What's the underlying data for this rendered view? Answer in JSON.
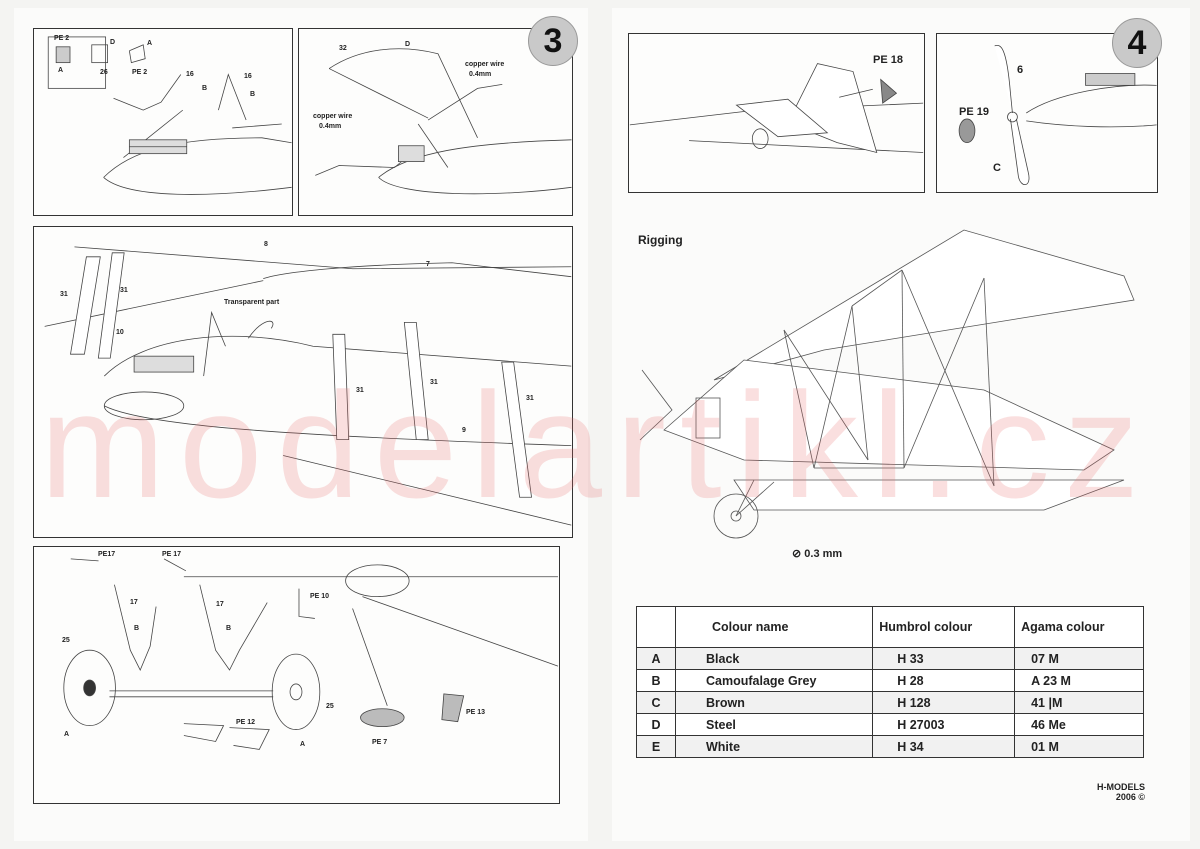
{
  "left_page": {
    "step_number": "3",
    "panel_top_left": {
      "inset_labels": [
        "PE 2",
        "A",
        "D",
        "A",
        "26",
        "PE 2"
      ],
      "labels": [
        "16",
        "B",
        "16",
        "B"
      ]
    },
    "panel_top_right": {
      "labels": [
        "32",
        "D",
        "copper wire",
        "0.4mm",
        "copper wire",
        "0.4mm"
      ]
    },
    "panel_middle": {
      "labels": [
        "8",
        "7",
        "31",
        "31",
        "Transparent part",
        "10",
        "31",
        "31",
        "31",
        "9"
      ]
    },
    "panel_bottom": {
      "labels": [
        "PE17",
        "PE 17",
        "17",
        "17",
        "B",
        "B",
        "PE 10",
        "25",
        "25",
        "A",
        "A",
        "PE 12",
        "PE 7",
        "PE 13"
      ]
    }
  },
  "right_page": {
    "step_number": "4",
    "panel_top_left": {
      "labels": [
        "PE 18"
      ]
    },
    "panel_top_right": {
      "labels": [
        "6",
        "PE 19",
        "C"
      ]
    },
    "rigging_title": "Rigging",
    "wire_note": "0.3 mm",
    "colour_table": {
      "headers": [
        "Colour name",
        "Humbrol colour",
        "Agama colour"
      ],
      "rows": [
        {
          "code": "A",
          "name": "Black",
          "humbrol": "H 33",
          "agama": "07 M"
        },
        {
          "code": "B",
          "name": "Camoufalage Grey",
          "humbrol": "H 28",
          "agama": "A 23 M"
        },
        {
          "code": "C",
          "name": "Brown",
          "humbrol": "H 128",
          "agama": "41 |M"
        },
        {
          "code": "D",
          "name": "Steel",
          "humbrol": "H 27003",
          "agama": "46 Me"
        },
        {
          "code": "E",
          "name": "White",
          "humbrol": "H 34",
          "agama": "01 M"
        }
      ]
    },
    "footer": {
      "brand": "H-MODELS",
      "year": "2006"
    }
  },
  "watermark": "modelartikl.cz"
}
